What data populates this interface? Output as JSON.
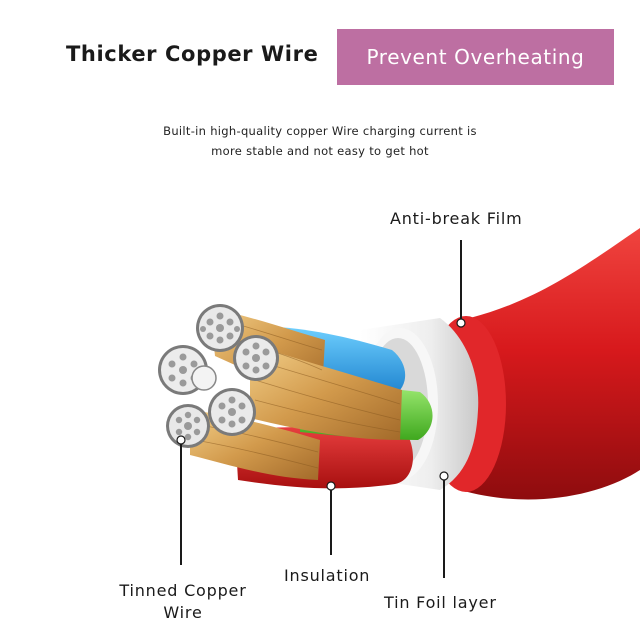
{
  "header": {
    "title": "Thicker Copper Wire",
    "badge": "Prevent Overheating"
  },
  "description": {
    "line1": "Built-in high-quality copper Wire charging current is",
    "line2": "more stable and not easy to get hot"
  },
  "labels": {
    "anti_break_film": "Anti-break Film",
    "tinned_copper_line1": "Tinned Copper",
    "tinned_copper_line2": "Wire",
    "insulation": "Insulation",
    "tin_foil": "Tin Foil layer"
  },
  "colors": {
    "badge": "#bd6fa2",
    "jacket": "#d7191c",
    "copper": "#d9a85a",
    "blue_core": "#2aa6e8",
    "green_core": "#6fd43a",
    "red_core": "#e02424",
    "foil": "#f2f2f2"
  }
}
